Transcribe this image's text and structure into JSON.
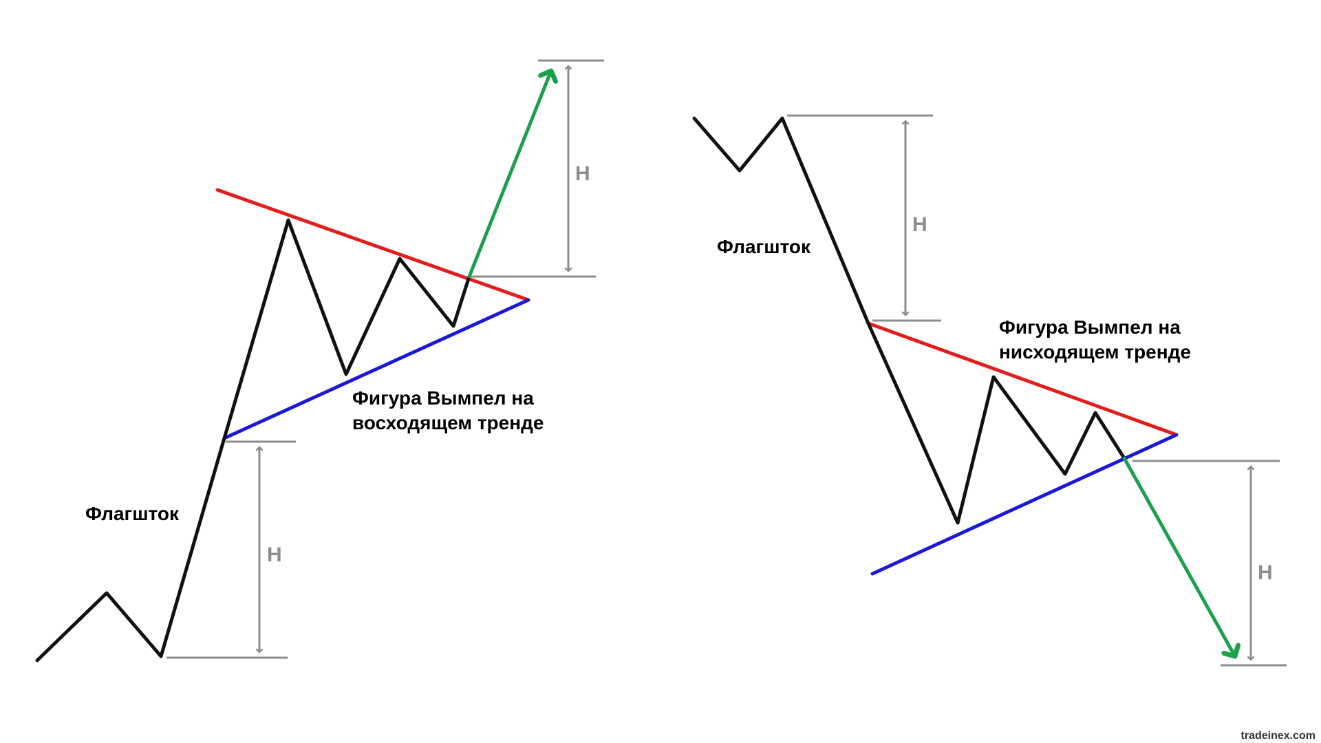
{
  "colors": {
    "price": "#111111",
    "resistance": "#e41c1c",
    "support": "#1a1ad6",
    "breakout": "#1aa04a",
    "measure": "#8c8c8c"
  },
  "left_pattern": {
    "flagpole_label": "Флагшток",
    "pattern_label_line1": "Фигура Вымпел на",
    "pattern_label_line2": "восходящем тренде",
    "height_label_target": "H",
    "height_label_pole": "H"
  },
  "right_pattern": {
    "flagpole_label": "Флагшток",
    "pattern_label_line1": "Фигура Вымпел на",
    "pattern_label_line2": "нисходящем тренде",
    "height_label_pole": "H",
    "height_label_target": "H"
  },
  "watermark": "tradeinex.com"
}
